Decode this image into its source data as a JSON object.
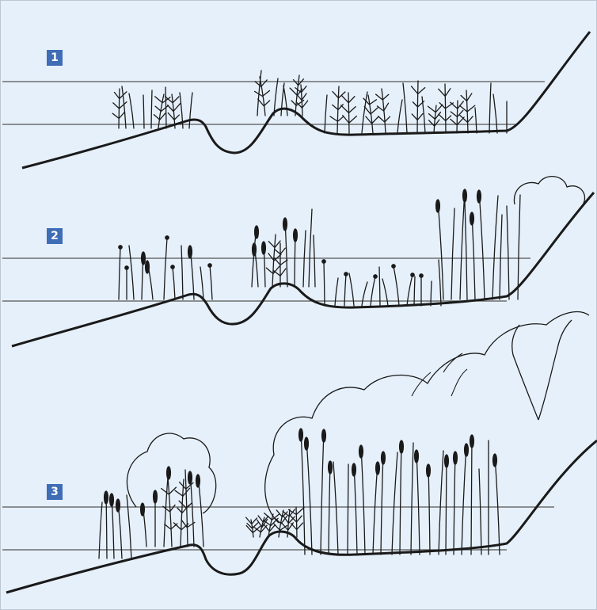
{
  "panels": [
    {
      "number": "1"
    },
    {
      "number": "2"
    },
    {
      "number": "3"
    }
  ],
  "colors": {
    "background": "#e6f0fa",
    "badge": "#3f6db6",
    "stroke": "#1a1a1a",
    "water_line": "#555555"
  }
}
